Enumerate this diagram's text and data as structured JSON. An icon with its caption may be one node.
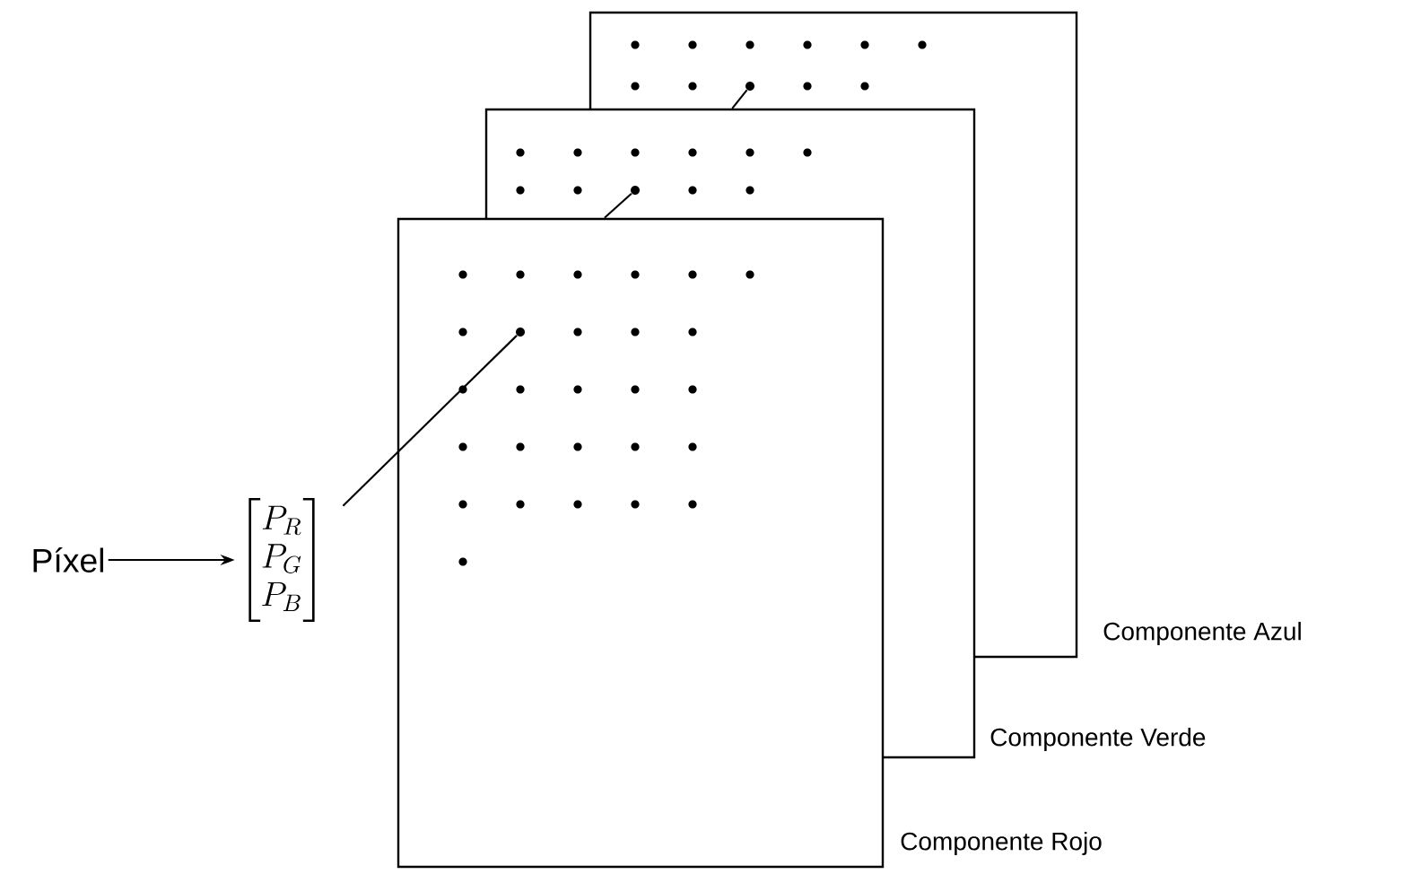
{
  "diagram": {
    "nodes": [
      {
        "text": [
          "Píxel"
        ]
      },
      {
        "text": [
          "\\begin{bmatrix}P_R\\\\ P_G\\\\ P_B\\end{bmatrix}"
        ]
      },
      {
        "text": [],
        "shape": "box",
        "beside": [
          "Componente Azul"
        ]
      },
      {
        "text": [],
        "shape": "box",
        "beside": [
          "Componente Verde"
        ]
      },
      {
        "text": [],
        "shape": "box",
        "beside": [
          "Componente Rojo"
        ]
      },
      {
        "text": [],
        "shape": "circle",
        "in": 2
      },
      {
        "text": [],
        "shape": "circle"
      },
      {
        "text": [],
        "shape": "circle"
      }
    ],
    "edges": [
      {
        "from": 0,
        "to": 1,
        "arrow": "to"
      },
      {
        "from": 1,
        "to": 7,
        "arrow": "none"
      },
      {
        "from": 4,
        "to": 6,
        "arrow": "none"
      },
      {
        "from": 3,
        "to": 5,
        "arrow": "none"
      }
    ]
  }
}
